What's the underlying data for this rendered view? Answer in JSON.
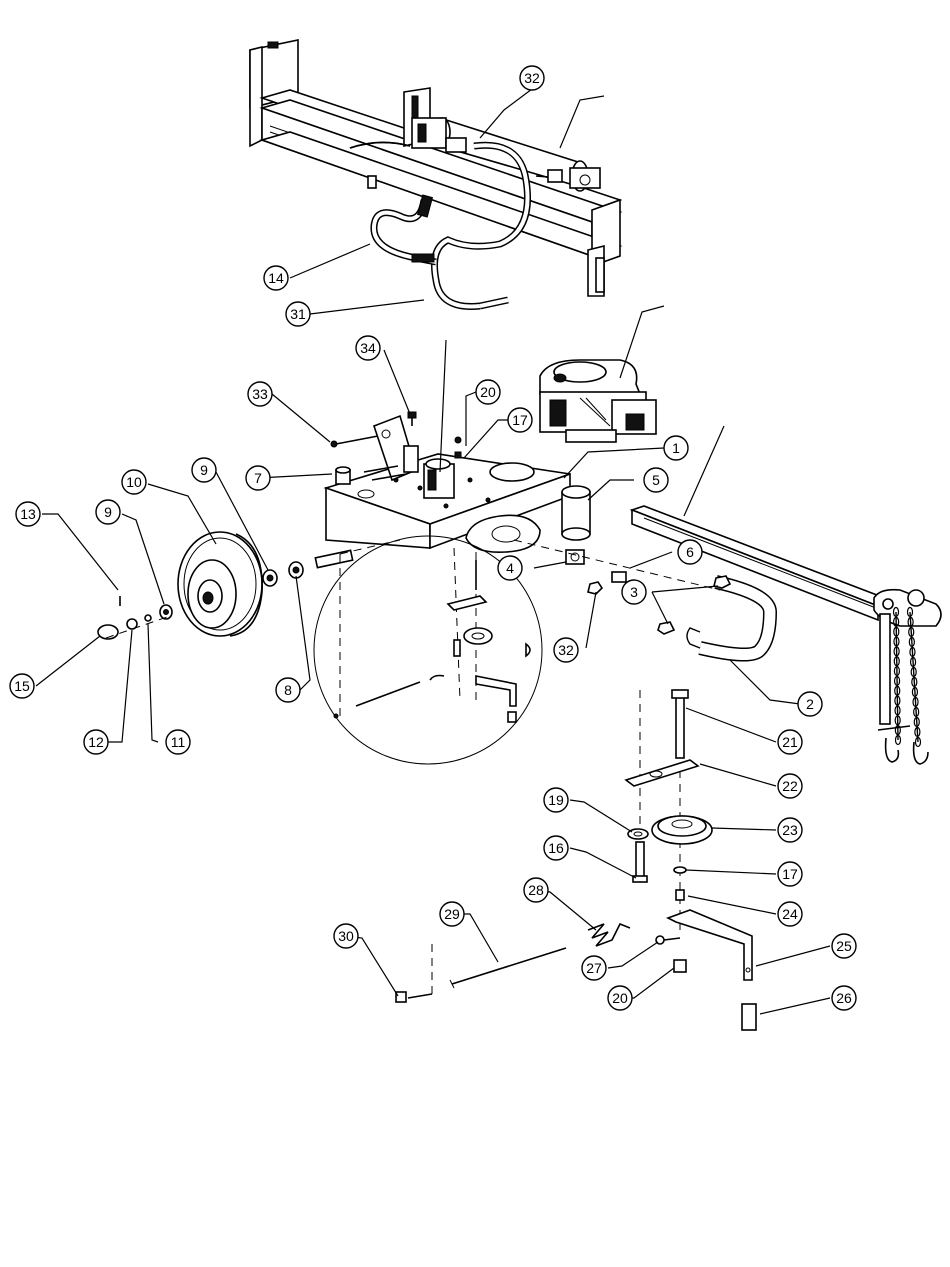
{
  "callouts": [
    {
      "id": "c1",
      "label": "1"
    },
    {
      "id": "c2",
      "label": "2"
    },
    {
      "id": "c3",
      "label": "3"
    },
    {
      "id": "c4",
      "label": "4"
    },
    {
      "id": "c5",
      "label": "5"
    },
    {
      "id": "c6",
      "label": "6"
    },
    {
      "id": "c7",
      "label": "7"
    },
    {
      "id": "c8",
      "label": "8"
    },
    {
      "id": "c9a",
      "label": "9"
    },
    {
      "id": "c9b",
      "label": "9"
    },
    {
      "id": "c10",
      "label": "10"
    },
    {
      "id": "c11",
      "label": "11"
    },
    {
      "id": "c12",
      "label": "12"
    },
    {
      "id": "c13",
      "label": "13"
    },
    {
      "id": "c14",
      "label": "14"
    },
    {
      "id": "c15",
      "label": "15"
    },
    {
      "id": "c16",
      "label": "16"
    },
    {
      "id": "c17a",
      "label": "17"
    },
    {
      "id": "c17b",
      "label": "17"
    },
    {
      "id": "c19",
      "label": "19"
    },
    {
      "id": "c20a",
      "label": "20"
    },
    {
      "id": "c20b",
      "label": "20"
    },
    {
      "id": "c21",
      "label": "21"
    },
    {
      "id": "c22",
      "label": "22"
    },
    {
      "id": "c23",
      "label": "23"
    },
    {
      "id": "c24",
      "label": "24"
    },
    {
      "id": "c25",
      "label": "25"
    },
    {
      "id": "c26",
      "label": "26"
    },
    {
      "id": "c27",
      "label": "27"
    },
    {
      "id": "c28",
      "label": "28"
    },
    {
      "id": "c29",
      "label": "29"
    },
    {
      "id": "c30",
      "label": "30"
    },
    {
      "id": "c31",
      "label": "31"
    },
    {
      "id": "c32a",
      "label": "32"
    },
    {
      "id": "c32b",
      "label": "32"
    },
    {
      "id": "c33",
      "label": "33"
    },
    {
      "id": "c34",
      "label": "34"
    }
  ]
}
